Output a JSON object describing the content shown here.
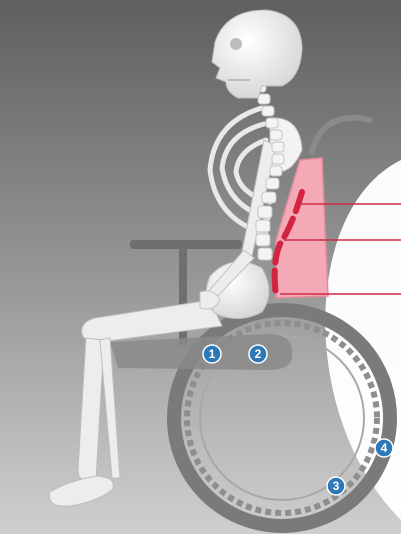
{
  "scene": {
    "subject": "seated-skeleton-in-wheelchair",
    "colors": {
      "background_top": "#5f5f5f",
      "background_bottom": "#cfcfcf",
      "bone": "#f2f2f2",
      "bone_shadow": "#c8c8c8",
      "chair_frame": "#6f6f6f",
      "wheel": "#767676",
      "backrest_fill": "#f3a9b6",
      "backrest_edge": "#e58a9b",
      "spine_curve": "#d2233f",
      "marker": "#2f78b8",
      "leader_line": "#cc2a47",
      "panel": "#ffffff"
    }
  },
  "markers": [
    {
      "id": 1,
      "label": "1"
    },
    {
      "id": 2,
      "label": "2"
    },
    {
      "id": 3,
      "label": "3"
    },
    {
      "id": 4,
      "label": "4"
    }
  ]
}
